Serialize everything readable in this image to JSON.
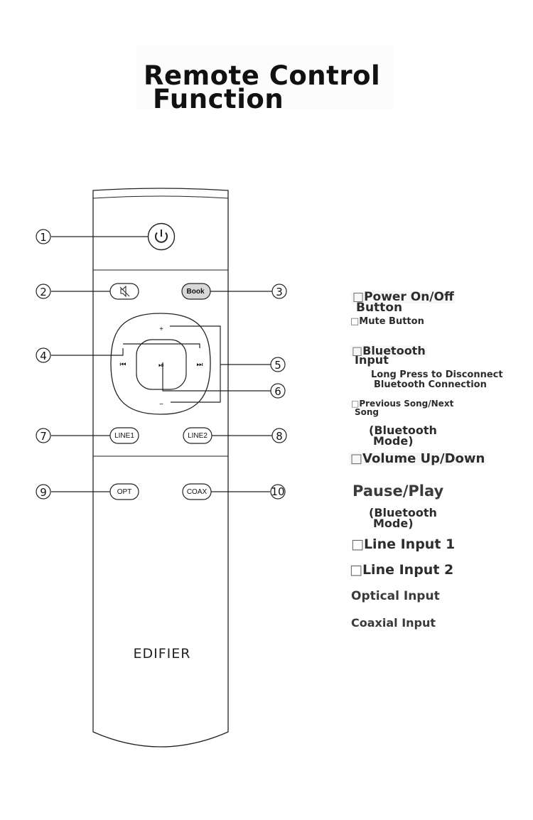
{
  "title": {
    "line1": "Remote Control",
    "line2": "Function"
  },
  "remote": {
    "brand": "EDIFIER",
    "buttons": {
      "book": "Book",
      "line1": "LINE1",
      "line2": "LINE2",
      "opt": "OPT",
      "coax": "COAX",
      "plus": "+",
      "minus": "−",
      "prev": "⏮",
      "next": "⏭",
      "playpause": "⏯"
    },
    "callouts": [
      "①",
      "②",
      "③",
      "④",
      "⑤",
      "⑥",
      "⑦",
      "⑧",
      "⑨",
      "⑩"
    ]
  },
  "legend": {
    "bullet": "□",
    "power_1": "Power On/Off",
    "power_2": "Button",
    "mute": "Mute Button",
    "bt_1": "Bluetooth",
    "bt_2": "Input",
    "bt_long_1": "Long Press to Disconnect",
    "bt_long_2": "Bluetooth Connection",
    "prevnext_1": "Previous Song/Next",
    "prevnext_2": "Song",
    "btmode_a1": "(Bluetooth",
    "btmode_a2": "Mode)",
    "volume": "Volume Up/Down",
    "pauseplay": "Pause/Play",
    "btmode_b1": "(Bluetooth",
    "btmode_b2": "Mode)",
    "line_in_1": "Line Input 1",
    "line_in_2": "Line Input 2",
    "optical": "Optical Input",
    "coaxial": "Coaxial Input"
  }
}
